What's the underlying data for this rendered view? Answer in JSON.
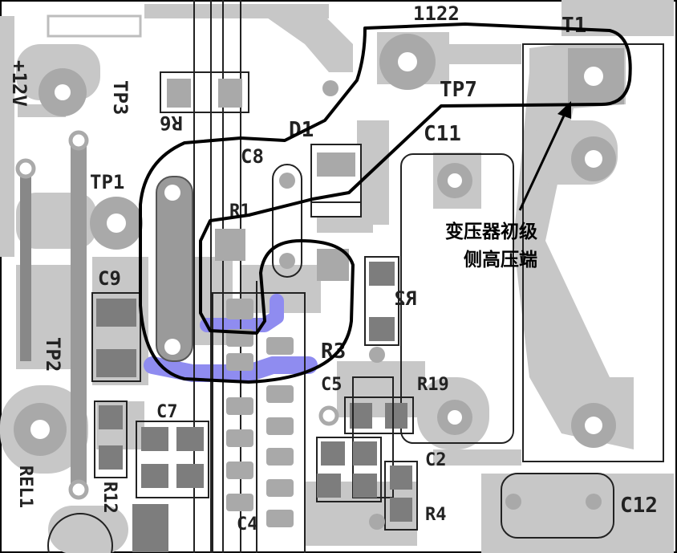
{
  "colors": {
    "board": "#ffffff",
    "copper": "#c7c7c7",
    "pad": "#a9a9a9",
    "pad_dark": "#7d7d7d",
    "silkscreen": "#1c1c1c",
    "highlight": "#8f8cf0",
    "outline": "#000000"
  },
  "silkscreen_labels": {
    "u1122": "1122",
    "t1": "T1",
    "tp7": "TP7",
    "tp3": "TP3",
    "plus12v": "+12V",
    "r6": "R6",
    "d1": "D1",
    "c8": "C8",
    "c11": "C11",
    "tp1": "TP1",
    "r1": "R1",
    "c9": "C9",
    "r2": "R2",
    "r3": "R3",
    "tp2": "TP2",
    "c5": "C5",
    "r19": "R19",
    "c7": "C7",
    "c2": "C2",
    "r12": "R12",
    "c12": "C12",
    "r4": "R4",
    "c4": "C4",
    "rel1": "REL1"
  },
  "annotation": {
    "line1": "变压器初级",
    "line2": "侧高压端"
  }
}
